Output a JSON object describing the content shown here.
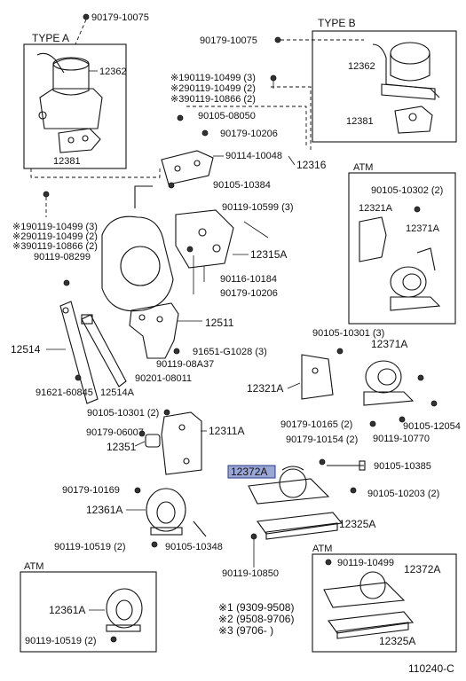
{
  "diagram_code": "110240-C",
  "type_a_label": "TYPE A",
  "type_b_label": "TYPE B",
  "atm_labels": [
    "ATM",
    "ATM",
    "ATM"
  ],
  "parts": {
    "p90179_10075_top": "90179-10075",
    "p12362_a": "12362",
    "p12381_a": "12381",
    "p90179_10075_b": "90179-10075",
    "p12362_b": "12362",
    "p12381_b": "12381",
    "p90119_10499_list": "※190119-10499 (3)",
    "p90119_10499_list2": "※290119-10499 (2)",
    "p90119_10866_list": "※390119-10866 (2)",
    "p90105_08050": "90105-08050",
    "p90179_10206_top": "90179-10206",
    "p90114_10048": "90114-10048",
    "p12316": "12316",
    "p90105_10384": "90105-10384",
    "p90119_10599": "90119-10599 (3)",
    "p12315A": "12315A",
    "p90116_10184": "90116-10184",
    "p90179_10206_mid": "90179-10206",
    "p12511": "12511",
    "p91651_G1028": "91651-G1028 (3)",
    "p90119_08A37": "90119-08A37",
    "p90201_08011": "90201-08011",
    "p12514": "12514",
    "p12514A": "12514A",
    "p91621_60845": "91621-60845",
    "left_list_1": "※190119-10499 (3)",
    "left_list_2": "※290119-10499 (2)",
    "left_list_3": "※390119-10866 (2)",
    "p90119_08299": "90119-08299",
    "p90105_10301_mid": "90105-10301 (2)",
    "p90179_06007": "90179-06007",
    "p12311A": "12311A",
    "p12351": "12351",
    "p90179_10169": "90179-10169",
    "p12361A": "12361A",
    "p90119_10519": "90119-10519 (2)",
    "p90105_10348": "90105-10348",
    "p12372A": "12372A",
    "p90105_10385": "90105-10385",
    "p90105_10203": "90105-10203 (2)",
    "p12325A": "12325A",
    "p90119_10850": "90119-10850",
    "atm_r1_90105_10302": "90105-10302 (2)",
    "atm_r1_12321A": "12321A",
    "atm_r1_12371A": "12371A",
    "p90105_10301_r": "90105-10301 (3)",
    "p12371A_r": "12371A",
    "p12321A_r": "12321A",
    "p90179_10165": "90179-10165 (2)",
    "p90105_12054": "90105-12054",
    "p90179_10154": "90179-10154 (2)",
    "p90119_10770": "90119-10770",
    "atm_bl_12361A": "12361A",
    "atm_bl_90119_10519": "90119-10519 (2)",
    "atm_br_90119_10499": "90119-10499",
    "atm_br_12372A": "12372A",
    "atm_br_12325A": "12325A"
  },
  "footnotes": [
    "※1 (9309-9508)",
    "※2 (9508-9706)",
    "※3 (9706-      )"
  ]
}
